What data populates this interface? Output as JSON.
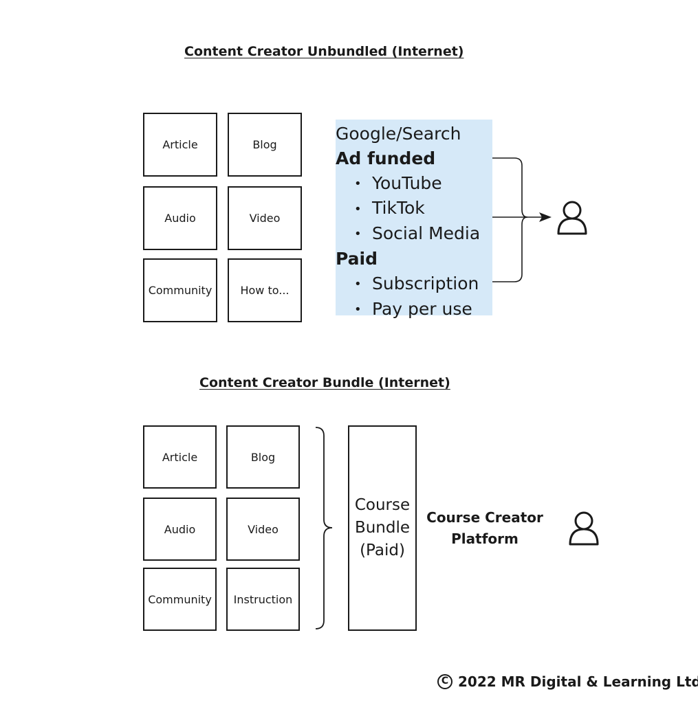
{
  "top_section": {
    "title": "Content Creator Unbundled (Internet)",
    "boxes": [
      "Article",
      "Blog",
      "Audio",
      "Video",
      "Community",
      "How to..."
    ],
    "panel": {
      "heading": "Google/Search",
      "group1_label": "Ad funded",
      "group1_items": [
        "YouTube",
        "TikTok",
        "Social Media"
      ],
      "group2_label": "Paid",
      "group2_items": [
        "Subscription",
        "Pay per use"
      ]
    },
    "user_icon": "user-icon"
  },
  "bottom_section": {
    "title": "Content Creator Bundle (Internet)",
    "boxes": [
      "Article",
      "Blog",
      "Audio",
      "Video",
      "Community",
      "Instruction"
    ],
    "course_bundle": [
      "Course",
      "Bundle",
      "(Paid)"
    ],
    "platform_label": [
      "Course Creator",
      "Platform"
    ],
    "user_icon": "user-icon"
  },
  "footer": {
    "copyright_symbol": "C",
    "copyright_text": "2022 MR Digital & Learning Ltd"
  },
  "colors": {
    "panel_background": "#d6e9f8",
    "stroke": "#1a1a1a"
  }
}
